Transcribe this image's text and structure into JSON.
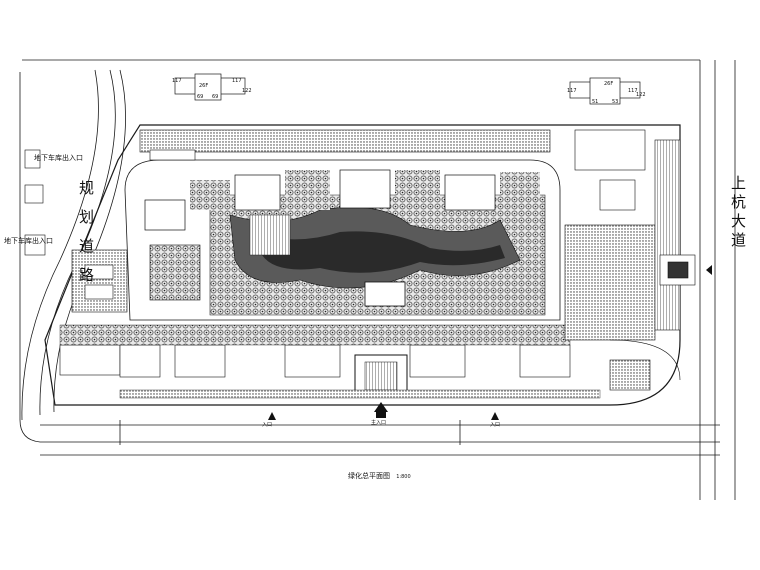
{
  "drawing": {
    "title": "绿化总平面图",
    "scale": "1:800"
  },
  "roads": {
    "west": "规划道路",
    "east": "上杭大道"
  },
  "annotations": {
    "garage_entry_1": "地下车库出入口",
    "garage_entry_2": "地下车库出入口"
  },
  "neighbors": {
    "left_block": {
      "floors": "26F",
      "nums": [
        "117",
        "117",
        "69",
        "69",
        "122"
      ]
    },
    "right_block": {
      "floors": "26F",
      "nums": [
        "117",
        "117",
        "51",
        "53",
        "122"
      ]
    }
  },
  "entrances": {
    "gate_left": "入口",
    "gate_main": "主入口",
    "gate_right": "入口"
  },
  "colors": {
    "line": "#1a1a1a",
    "fill_dark": "#333333",
    "fill_mid": "#777777"
  }
}
